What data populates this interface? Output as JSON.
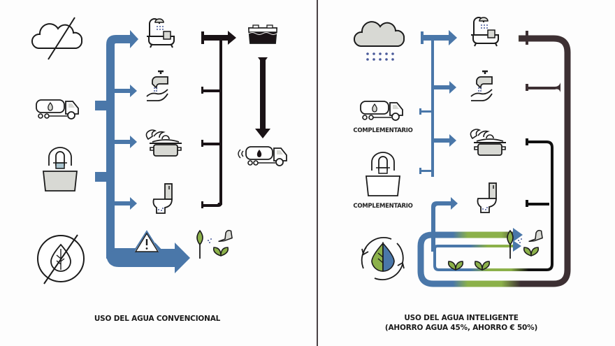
{
  "colors": {
    "water_blue": "#4a77a9",
    "dark_pipe": "#1a1316",
    "grey_water": "#3d3033",
    "leaf_green": "#8cb14a",
    "icon_stroke": "#1b1b1b",
    "icon_fill": "#d8d9d4",
    "divider": "#4a4245"
  },
  "conventional": {
    "caption": "USO DEL AGUA CONVENCIONAL",
    "sources": [
      {
        "icon": "cloud-crossed-icon",
        "meaning": "no rainwater"
      },
      {
        "icon": "water-truck-icon",
        "meaning": "water supply truck"
      },
      {
        "icon": "water-tank-icon",
        "meaning": "water tank"
      },
      {
        "icon": "leaf-drop-crossed-icon",
        "meaning": "no recycling"
      }
    ],
    "uses": [
      {
        "icon": "bathtub-shower-icon"
      },
      {
        "icon": "faucet-hands-icon"
      },
      {
        "icon": "cooking-pot-icon"
      },
      {
        "icon": "toilet-icon"
      },
      {
        "icon": "garden-watering-icon"
      }
    ],
    "warning_icon": "warning-triangle-icon",
    "waste": [
      {
        "icon": "sewage-tank-icon"
      },
      {
        "icon": "waste-truck-icon"
      }
    ]
  },
  "smart": {
    "caption_line1": "USO DEL AGUA INTELIGENTE",
    "caption_line2": "(AHORRO AGUA 45%,  AHORRO € 50%)",
    "sources": [
      {
        "icon": "rain-cloud-icon",
        "label": ""
      },
      {
        "icon": "water-truck-icon",
        "label": "COMPLEMENTARIO"
      },
      {
        "icon": "water-tank-icon",
        "label": "COMPLEMENTARIO"
      },
      {
        "icon": "recycle-leaf-drop-icon",
        "label": ""
      }
    ],
    "uses": [
      {
        "icon": "bathtub-shower-icon"
      },
      {
        "icon": "faucet-hands-icon"
      },
      {
        "icon": "cooking-pot-icon"
      },
      {
        "icon": "toilet-icon"
      },
      {
        "icon": "garden-watering-icon"
      },
      {
        "icon": "plants-icon"
      }
    ],
    "savings": {
      "water_percent": 45,
      "money_percent": 50
    }
  }
}
